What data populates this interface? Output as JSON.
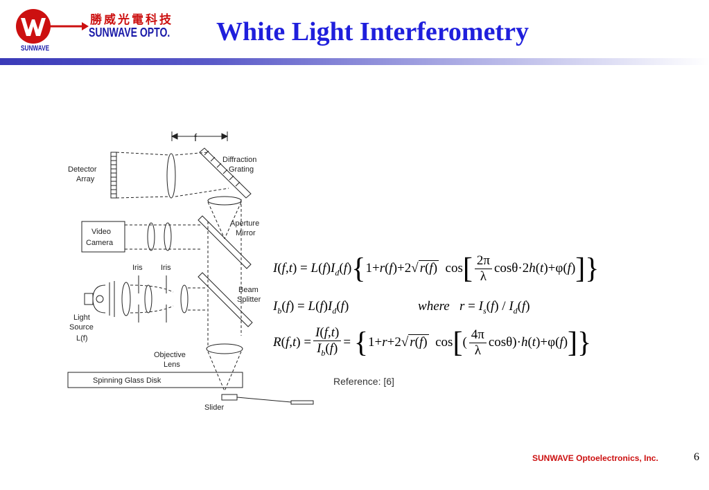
{
  "logo": {
    "cn": "勝威光電科技",
    "en": "SUNWAVE OPTO.",
    "sub": "SUNWAVE",
    "colors": {
      "red": "#cc1010",
      "blue": "#1a1aa8"
    }
  },
  "title": "White Light Interferometry",
  "diagram": {
    "labels": {
      "f": "f",
      "diffraction": "Diffraction",
      "grating": "Grating",
      "detector": "Detector",
      "array": "Array",
      "video": "Video",
      "camera": "Camera",
      "aperture": "Aperture",
      "mirror": "Mirror",
      "iris1": "Iris",
      "iris2": "Iris",
      "beam": "Beam",
      "splitter": "Splitter",
      "light": "Light",
      "source": "Source",
      "lf": "L(f)",
      "objective": "Objective",
      "lens": "Lens",
      "disk": "Spinning Glass Disk",
      "slider": "Slider"
    }
  },
  "equations": {
    "eq1": "I(f,t) = L(f)Id(f){1+r(f)+2√r(f) cos[2π/λ cosθ·2h(t)+φ(f)]}",
    "eq2": "Ib(f) = L(f)Id(f)   where  r = Is(f) / Id(f)",
    "eq3": "R(f,t) = I(f,t)/Ib(f) = {1+r+2√r(f) cos[(4π/λ cosθ)·h(t)+φ(f)]}"
  },
  "reference": "Reference: [6]",
  "footer": "SUNWAVE Optoelectronics, Inc.",
  "page_number": "6"
}
